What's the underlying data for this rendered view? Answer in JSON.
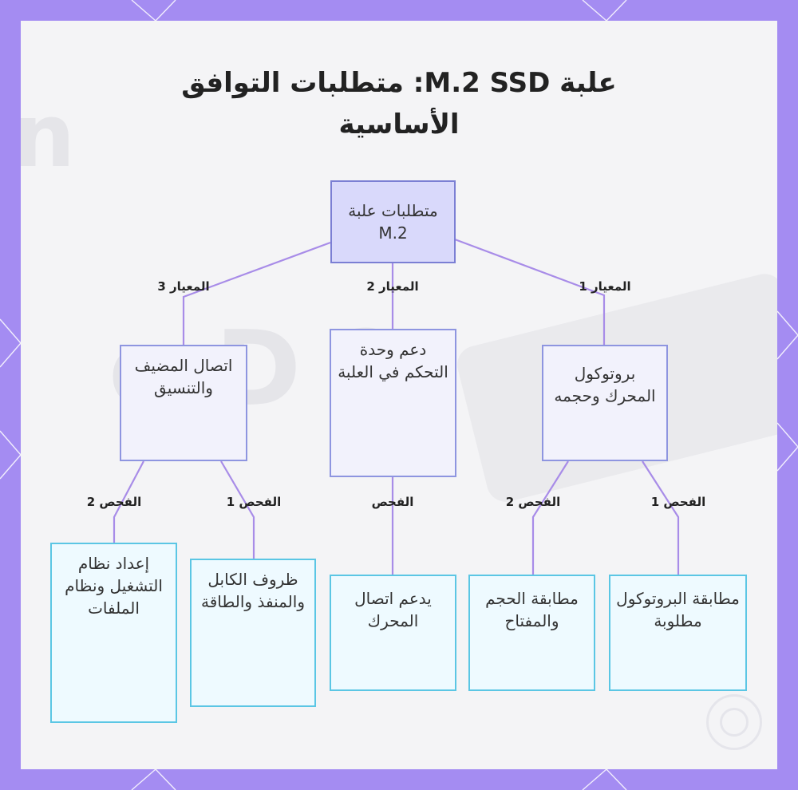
{
  "title": "علبة M.2 SSD: متطلبات التوافق الأساسية",
  "nodes": {
    "root": "متطلبات علبة M.2",
    "criterion1": "بروتوكول المحرك وحجمه",
    "criterion2": "دعم وحدة التحكم في العلبة",
    "criterion3": "اتصال المضيف والتنسيق",
    "leaf_protocol": "مطابقة البروتوكول مطلوبة",
    "leaf_size": "مطابقة الحجم والمفتاح",
    "leaf_support": "يدعم اتصال المحرك",
    "leaf_cable": "ظروف الكابل والمنفذ والطاقة",
    "leaf_os": "إعداد نظام التشغيل ونظام الملفات"
  },
  "edges": {
    "criterion1": "المعيار 1",
    "criterion2": "المعيار 2",
    "criterion3": "المعيار 3",
    "check1_c1": "الفحص 1",
    "check2_c1": "الفحص 2",
    "check_c2": "الفحص",
    "check1_c3": "الفحص 1",
    "check2_c3": "الفحص 2"
  },
  "colors": {
    "background": "#a48cf2",
    "panel": "#f4f4f6",
    "root_fill": "#d9d9fb",
    "mid_border": "#8e95e0",
    "leaf_border": "#5bc6e4",
    "connector": "#a88ce8"
  }
}
